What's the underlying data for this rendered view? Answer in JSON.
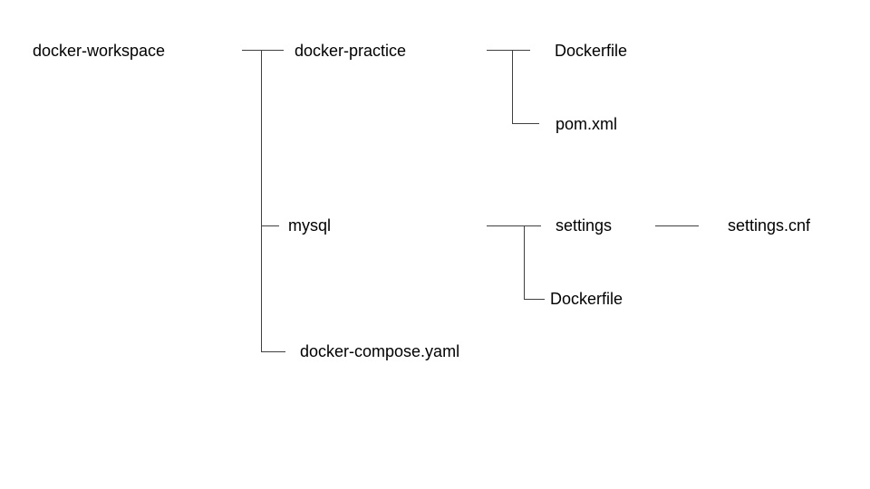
{
  "diagram": {
    "type": "tree",
    "background_color": "#ffffff",
    "line_color": "#404040",
    "text_color": "#000000",
    "nodes": {
      "workspace": "docker-workspace",
      "practice": "docker-practice",
      "practice_dockerfile": "Dockerfile",
      "pom": "pom.xml",
      "mysql": "mysql",
      "settings": "settings",
      "settings_cnf": "settings.cnf",
      "mysql_dockerfile": "Dockerfile",
      "compose": "docker-compose.yaml"
    },
    "tree": {
      "label": "docker-workspace",
      "children": [
        {
          "label": "docker-practice",
          "children": [
            {
              "label": "Dockerfile"
            },
            {
              "label": "pom.xml"
            }
          ]
        },
        {
          "label": "mysql",
          "children": [
            {
              "label": "settings",
              "children": [
                {
                  "label": "settings.cnf"
                }
              ]
            },
            {
              "label": "Dockerfile"
            }
          ]
        },
        {
          "label": "docker-compose.yaml"
        }
      ]
    }
  }
}
